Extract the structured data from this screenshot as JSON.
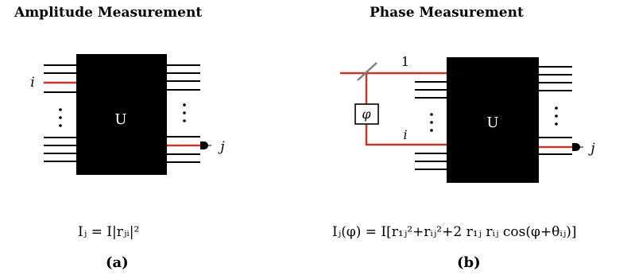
{
  "panel_a": {
    "title": "Amplitude Measurement",
    "box_label": "U",
    "input_label": "i",
    "output_label": "j",
    "formula": "Iⱼ = I|rⱼᵢ|²",
    "caption": "(a)"
  },
  "panel_b": {
    "title": "Phase Measurement",
    "box_label": "U",
    "phase_label": "φ",
    "mode_1_label": "1",
    "input_label": "i",
    "output_label": "j",
    "formula": "Iⱼ(φ) = I[r₁ⱼ²+rᵢⱼ²+2 r₁ⱼ rᵢⱼ cos(φ+θᵢⱼ)]",
    "caption": "(b)"
  },
  "colors": {
    "box": "#000000",
    "highlight": "#c0392b",
    "line": "#000000"
  }
}
